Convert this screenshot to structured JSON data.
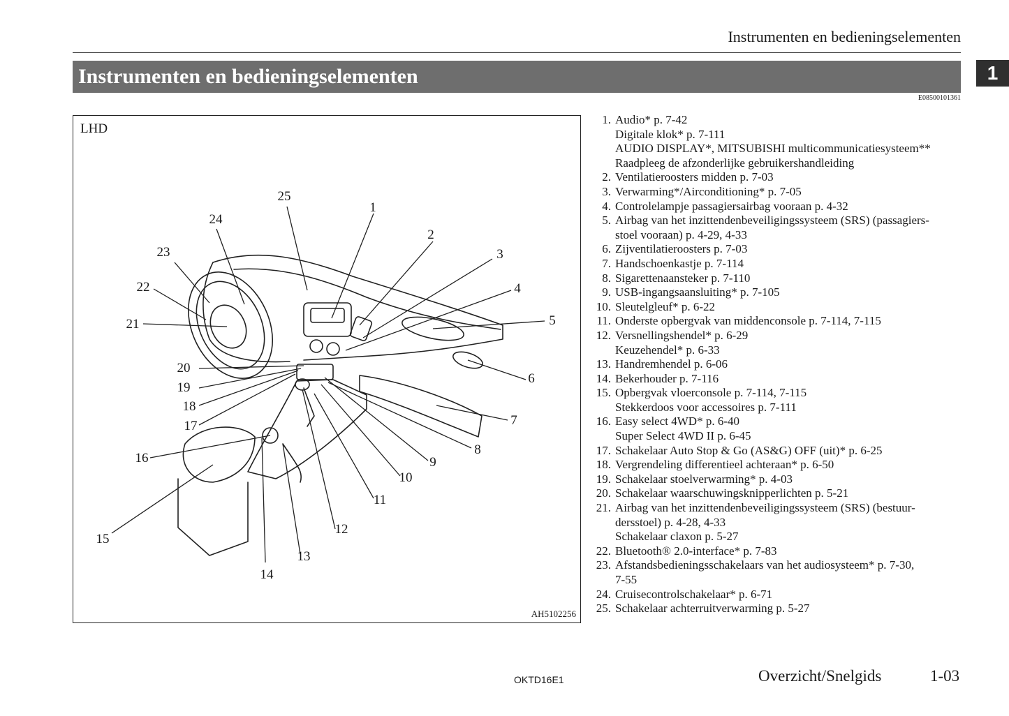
{
  "header": {
    "running_title": "Instrumenten en bedieningselementen",
    "title": "Instrumenten en bedieningselementen",
    "chapter_tab": "1",
    "doc_code": "E08500101361"
  },
  "figure": {
    "label": "LHD",
    "image_id": "AH5102256",
    "callouts": [
      "1",
      "2",
      "3",
      "4",
      "5",
      "6",
      "7",
      "8",
      "9",
      "10",
      "11",
      "12",
      "13",
      "14",
      "15",
      "16",
      "17",
      "18",
      "19",
      "20",
      "21",
      "22",
      "23",
      "24",
      "25"
    ]
  },
  "legend": [
    {
      "num": "1.",
      "lines": [
        "Audio* p. 7-42",
        "Digitale klok* p. 7-111",
        "AUDIO DISPLAY*, MITSUBISHI multicommunicatiesysteem**",
        "Raadpleeg de afzonderlijke gebruikershandleiding"
      ]
    },
    {
      "num": "2.",
      "lines": [
        "Ventilatieroosters midden p. 7-03"
      ]
    },
    {
      "num": "3.",
      "lines": [
        "Verwarming*/Airconditioning* p. 7-05"
      ]
    },
    {
      "num": "4.",
      "lines": [
        "Controlelampje passagiersairbag vooraan p. 4-32"
      ]
    },
    {
      "num": "5.",
      "lines": [
        "Airbag van het inzittendenbeveiligingssysteem (SRS) (passagiers-",
        "stoel vooraan) p. 4-29, 4-33"
      ]
    },
    {
      "num": "6.",
      "lines": [
        "Zijventilatieroosters p. 7-03"
      ]
    },
    {
      "num": "7.",
      "lines": [
        "Handschoenkastje p. 7-114"
      ]
    },
    {
      "num": "8.",
      "lines": [
        "Sigarettenaansteker p. 7-110"
      ]
    },
    {
      "num": "9.",
      "lines": [
        "USB-ingangsaansluiting* p. 7-105"
      ]
    },
    {
      "num": "10.",
      "lines": [
        "Sleutelgleuf* p. 6-22"
      ]
    },
    {
      "num": "11.",
      "lines": [
        "Onderste opbergvak van middenconsole p. 7-114, 7-115"
      ]
    },
    {
      "num": "12.",
      "lines": [
        "Versnellingshendel* p. 6-29",
        "Keuzehendel* p. 6-33"
      ]
    },
    {
      "num": "13.",
      "lines": [
        "Handremhendel p. 6-06"
      ]
    },
    {
      "num": "14.",
      "lines": [
        "Bekerhouder p. 7-116"
      ]
    },
    {
      "num": "15.",
      "lines": [
        "Opbergvak vloerconsole p. 7-114, 7-115",
        "Stekkerdoos voor accessoires p. 7-111"
      ]
    },
    {
      "num": "16.",
      "lines": [
        "Easy select 4WD* p. 6-40",
        "Super Select 4WD II p. 6-45"
      ]
    },
    {
      "num": "17.",
      "lines": [
        "Schakelaar Auto Stop & Go (AS&G) OFF (uit)* p. 6-25"
      ]
    },
    {
      "num": "18.",
      "lines": [
        "Vergrendeling differentieel achteraan* p. 6-50"
      ]
    },
    {
      "num": "19.",
      "lines": [
        "Schakelaar stoelverwarming* p. 4-03"
      ]
    },
    {
      "num": "20.",
      "lines": [
        "Schakelaar waarschuwingsknipperlichten p. 5-21"
      ]
    },
    {
      "num": "21.",
      "lines": [
        "Airbag van het inzittendenbeveiligingssysteem (SRS) (bestuur-",
        "dersstoel) p. 4-28, 4-33",
        "Schakelaar claxon p. 5-27"
      ]
    },
    {
      "num": "22.",
      "lines": [
        "Bluetooth® 2.0-interface* p. 7-83"
      ]
    },
    {
      "num": "23.",
      "lines": [
        "Afstandsbedieningsschakelaars van het audiosysteem* p. 7-30,",
        "7-55"
      ]
    },
    {
      "num": "24.",
      "lines": [
        "Cruisecontrolschakelaar* p. 6-71"
      ]
    },
    {
      "num": "25.",
      "lines": [
        "Schakelaar achterruitverwarming p. 5-27"
      ]
    }
  ],
  "footer": {
    "code": "OKTD16E1",
    "section": "Overzicht/Snelgids",
    "page": "1-03"
  }
}
